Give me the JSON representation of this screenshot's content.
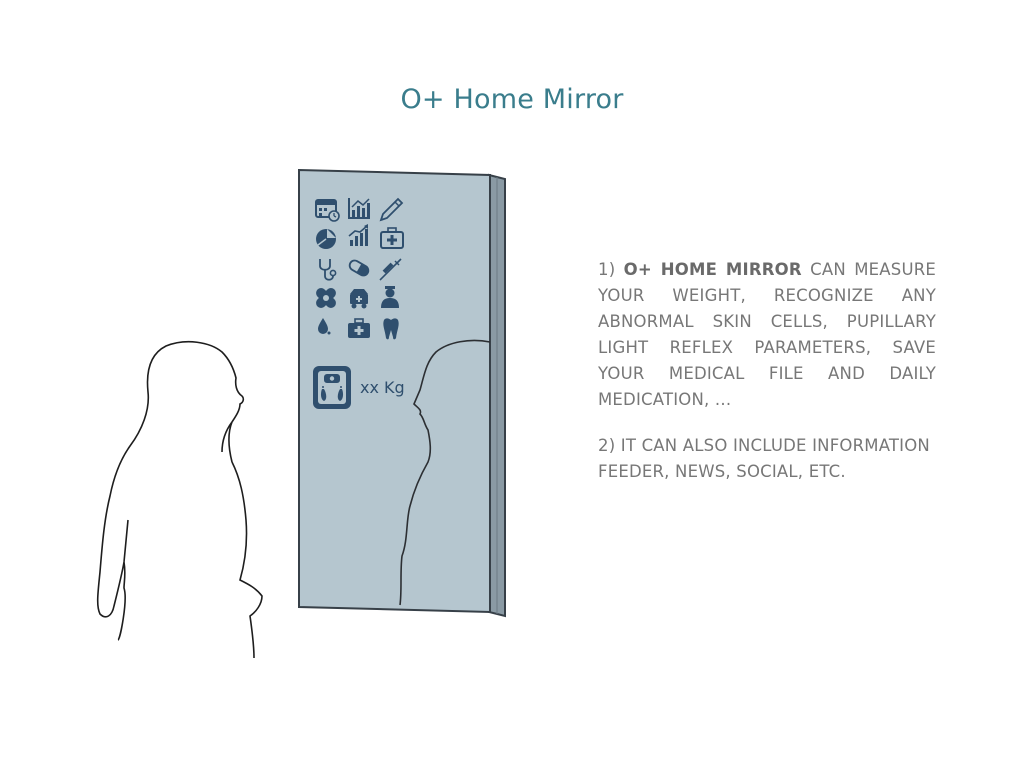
{
  "slide": {
    "title": "O+ Home Mirror"
  },
  "mirror": {
    "weight_display": "xx Kg",
    "icons": [
      [
        "calendar-icon",
        "bar-chart-icon",
        "pencil-icon"
      ],
      [
        "pie-chart-icon",
        "trend-chart-icon",
        "first-aid-kit-icon"
      ],
      [
        "stethoscope-icon",
        "pill-icon",
        "syringe-icon"
      ],
      [
        "bandage-icon",
        "ambulance-icon",
        "doctor-icon"
      ],
      [
        "blood-drop-icon",
        "medical-bag-icon",
        "tooth-icon"
      ]
    ],
    "scale_icon": "bathroom-scale-icon",
    "colors": {
      "glass": "#b5c6cf",
      "frame_dark": "#374048",
      "icon": "#2f4f6e"
    }
  },
  "description": {
    "p1_prefix": "1) ",
    "p1_bold": "O+ HOME MIRROR",
    "p1_rest": " CAN MEASURE YOUR WEIGHT, RECOGNIZE ANY ABNORMAL SKIN CELLS, PUPILLARY LIGHT REFLEX PARAMETERS, SAVE YOUR MEDICAL FILE AND DAILY MEDICATION, ...",
    "p2": "2) IT CAN ALSO INCLUDE INFORMATION FEEDER, NEWS, SOCIAL, ETC."
  }
}
